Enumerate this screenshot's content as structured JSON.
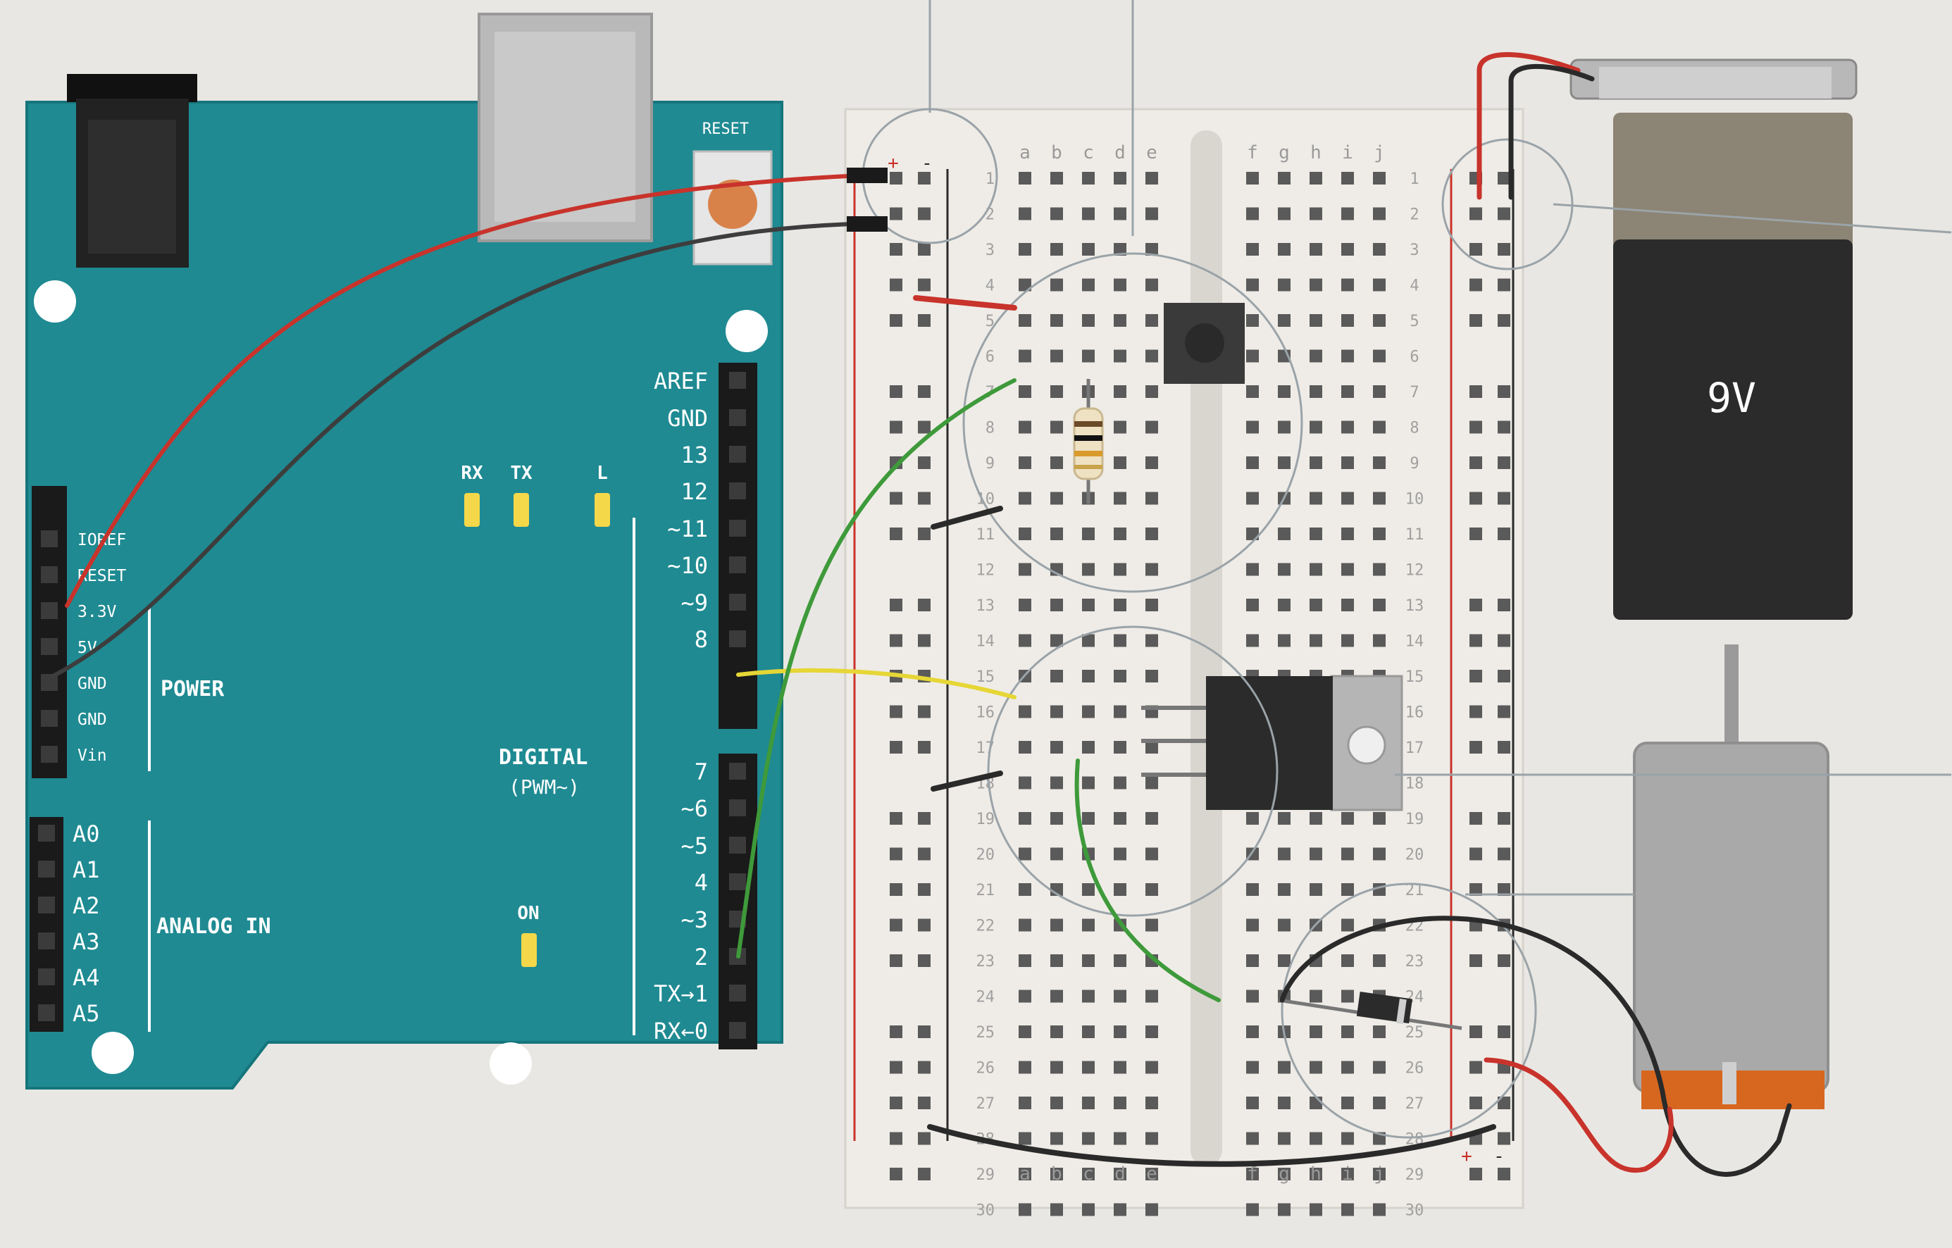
{
  "arduino": {
    "reset_label": "RESET",
    "power_pins": [
      "IOREF",
      "RESET",
      "3.3V",
      "5V",
      "GND",
      "GND",
      "Vin"
    ],
    "power_label": "POWER",
    "analog_pins": [
      "A0",
      "A1",
      "A2",
      "A3",
      "A4",
      "A5"
    ],
    "analog_label": "ANALOG IN",
    "digital_pins": [
      "AREF",
      "GND",
      "13",
      "12",
      "~11",
      "~10",
      "~9",
      "8",
      "7",
      "~6",
      "~5",
      "4",
      "~3",
      "2",
      "TX→1",
      "RX←0"
    ],
    "digital_label": "DIGITAL",
    "pwm_label": "(PWM~)",
    "led_labels": [
      "RX",
      "TX",
      "L"
    ],
    "on_label": "ON"
  },
  "breadboard": {
    "plus": "+",
    "minus": "-",
    "cols_left": [
      "a",
      "b",
      "c",
      "d",
      "e"
    ],
    "cols_right": [
      "f",
      "g",
      "h",
      "i",
      "j"
    ],
    "row_count": 30
  },
  "battery": {
    "label": "9V"
  },
  "colors": {
    "arduino_board": "#1f8a92",
    "wire_red": "#c8332b",
    "wire_black": "#2a2a2a",
    "wire_green": "#3e9a3a",
    "wire_yellow": "#e6d636",
    "led_yellow": "#f5d84a"
  }
}
